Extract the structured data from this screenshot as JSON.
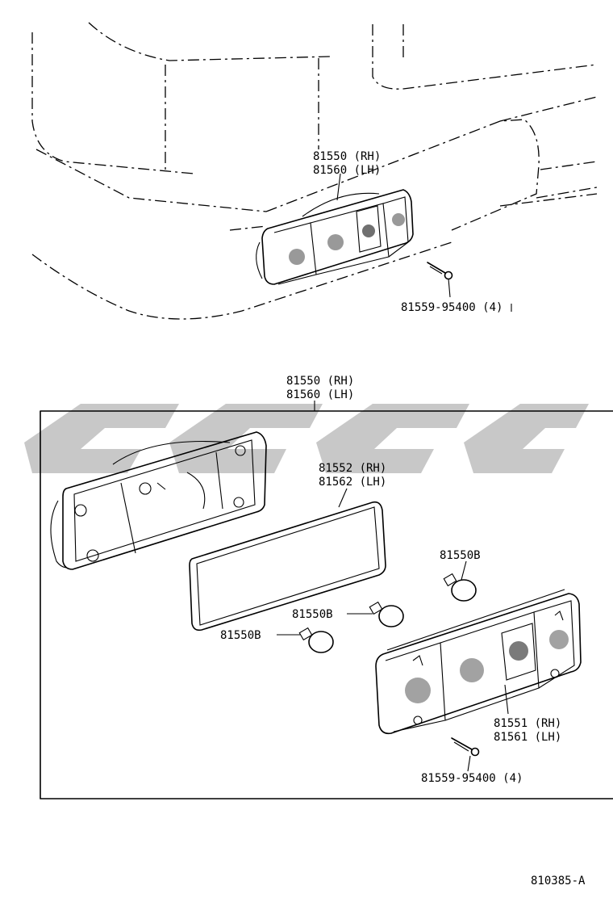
{
  "labels": {
    "top_lamp_rh": "81550 (RH)",
    "top_lamp_lh": "81560 (LH)",
    "top_screw": "81559-95400 (4)",
    "main_lamp_rh": "81550 (RH)",
    "main_lamp_lh": "81560 (LH)",
    "gasket_rh": "81552 (RH)",
    "gasket_lh": "81562 (LH)",
    "bulb_1": "81550B",
    "bulb_2": "81550B",
    "bulb_3": "81550B",
    "lens_rh": "81551 (RH)",
    "lens_lh": "81561 (LH)",
    "bottom_screw": "81559-95400 (4)",
    "figure_code": "810385-A"
  }
}
